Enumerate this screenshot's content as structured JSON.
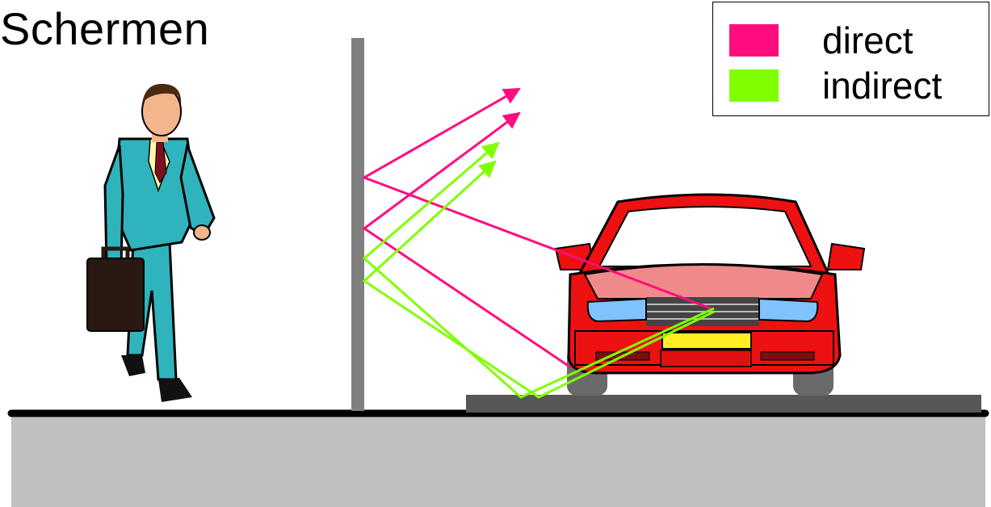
{
  "title": "Schermen",
  "legend": {
    "items": [
      {
        "label": "direct",
        "color": "#ff0d7e"
      },
      {
        "label": "indirect",
        "color": "#80ff00"
      }
    ]
  },
  "colors": {
    "ground": "#c0c0c0",
    "platform": "#575757",
    "wall": "#808080",
    "car_body": "#ee1111",
    "hood": "#f08a8a",
    "headlight": "#7fc3ff",
    "license_plate": "#ffee22",
    "suit": "#2fb3bd"
  },
  "icons": [
    "businessman-with-briefcase",
    "red-car-front-view"
  ]
}
